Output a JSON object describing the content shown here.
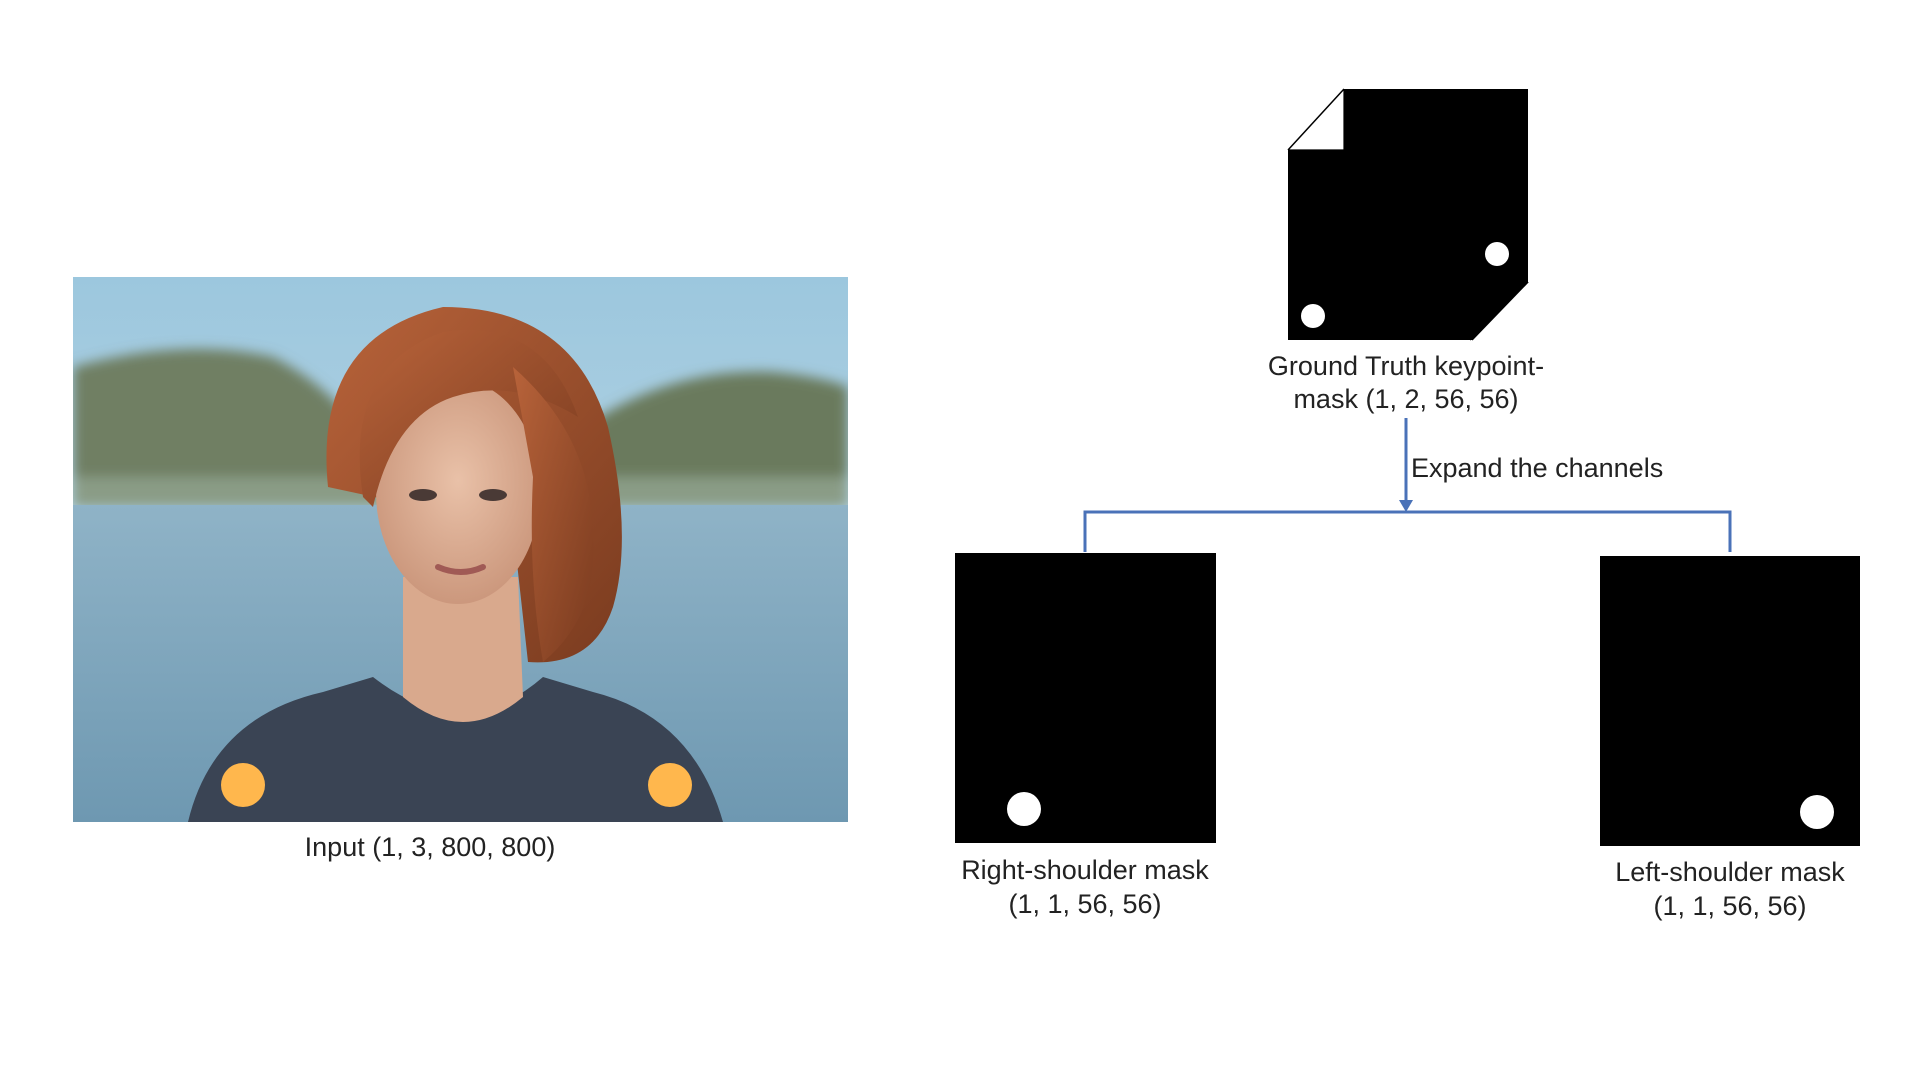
{
  "input": {
    "caption": "Input (1, 3, 800, 800)",
    "keypoint_color": "#FFB74D"
  },
  "ground_truth": {
    "caption_line1": "Ground Truth keypoint-",
    "caption_line2": "mask (1, 2, 56, 56)"
  },
  "arrow": {
    "label": "Expand the channels",
    "color": "#4A72B8"
  },
  "right_shoulder": {
    "caption_line1": "Right-shoulder mask",
    "caption_line2": "(1, 1, 56, 56)"
  },
  "left_shoulder": {
    "caption_line1": "Left-shoulder mask",
    "caption_line2": "(1, 1, 56, 56)"
  }
}
